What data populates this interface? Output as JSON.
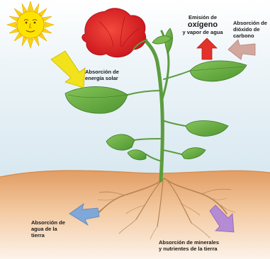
{
  "colors": {
    "sky": "#dbeaf2",
    "soil_top": "#e9ad78",
    "soil_bottom": "#fbeee2",
    "leaf": "#5fa33b",
    "leaf_dark": "#3f7d25",
    "stem": "#6aa84f",
    "flower": "#e41e26",
    "sun": "#ffe300",
    "arrow_light": "#f1e21b",
    "arrow_oxygen": "#e2322a",
    "arrow_co2": "#cfa39a",
    "arrow_water": "#7fa7d8",
    "arrow_minerals": "#b58bd5",
    "roots": "#b9895a"
  },
  "labels": {
    "oxygen": {
      "line1": "Emisión de",
      "line2": "oxígeno",
      "line3": "y vapor de agua"
    },
    "co2": {
      "line1": "Absorción de",
      "line2": "dióxido de",
      "line3": "carbono"
    },
    "light": {
      "line1": "Absorción de",
      "line2": "energía solar"
    },
    "water": {
      "line1": "Absorción de",
      "line2": "agua de la",
      "line3": "tierra"
    },
    "minerals": {
      "line1": "Absorción de minerales",
      "line2": "y nutrientes de la tierra"
    }
  },
  "icons": [
    "sun-icon",
    "flower",
    "leaf",
    "root",
    "arrow"
  ]
}
